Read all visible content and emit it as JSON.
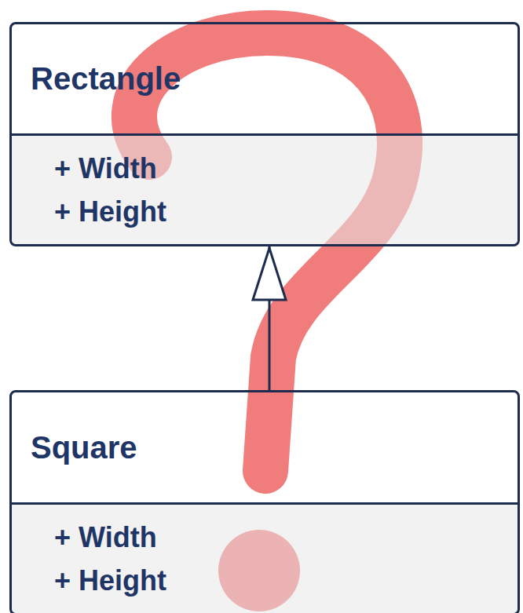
{
  "diagram": {
    "nodes": [
      {
        "text": [
          "Rectangle",
          "+ Width",
          "+ Height"
        ]
      },
      {
        "text": [
          "Square",
          "+ Width",
          "+ Height"
        ]
      }
    ],
    "edges": [
      {
        "from": 1,
        "to": 0,
        "arrow": "to"
      }
    ]
  }
}
